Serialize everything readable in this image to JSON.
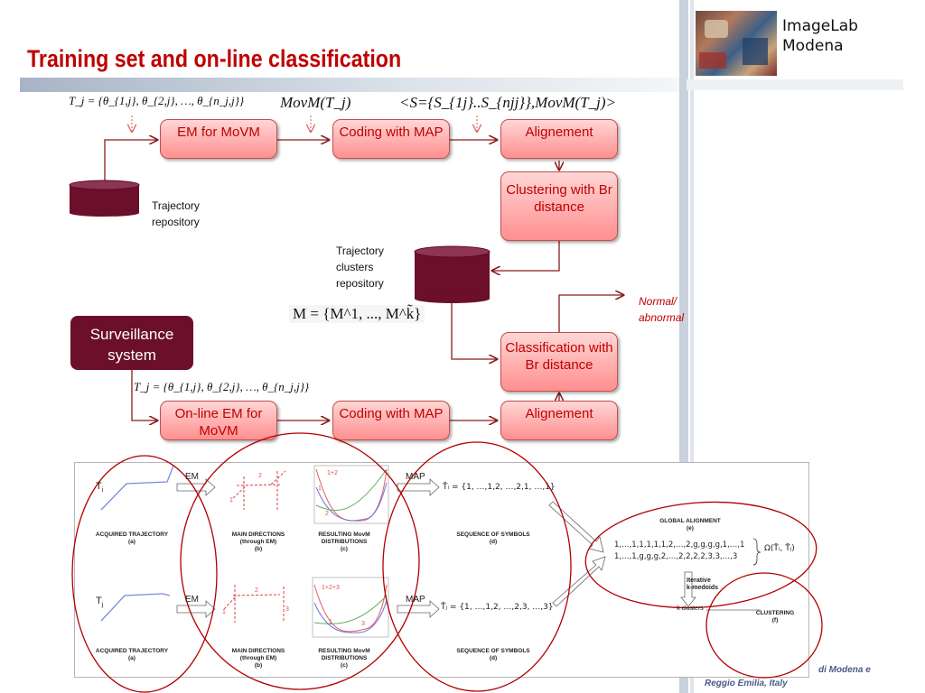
{
  "header": {
    "title": "Training set and on-line classification",
    "org_line1": "ImageLab",
    "org_line2": "Modena"
  },
  "formulas": {
    "tj_top": "T_j = {θ_{1,j}, θ_{2,j}, …, θ_{n_j,j}}",
    "movm": "MovM(T_j)",
    "sequence_pair": "<S={S_{1j}..S_{njj}},MovM(T_j)>",
    "model_set": "M = {M^1, ..., M^k̃}",
    "tj_bottom": "T_j = {θ_{1,j}, θ_{2,j}, …, θ_{n_j,j}}"
  },
  "boxes": {
    "em_movm": "EM for MoVM",
    "coding_map_1": "Coding with MAP",
    "alignment_1": "Alignement",
    "clustering": "Clustering with Br distance",
    "classification": "Classification with Br distance",
    "online_em": "On-line EM for MoVM",
    "coding_map_2": "Coding with MAP",
    "alignment_2": "Alignement",
    "surveillance": "Surveillance system"
  },
  "labels": {
    "traj_repo_1": "Trajectory",
    "traj_repo_2": "repository",
    "clusters_repo_1": "Trajectory",
    "clusters_repo_2": "clusters",
    "clusters_repo_3": "repository",
    "normal_1": "Normal/",
    "normal_2": "abnormal"
  },
  "figure": {
    "em_top": "EM",
    "em_bottom": "EM",
    "map_top": "MAP",
    "map_bottom": "MAP",
    "ti": "T",
    "ti_sub": "i",
    "tj": "T",
    "tj_sub": "j",
    "seq_top": "T̄ᵢ = {1, …,1,2, …,2,1, …,1}",
    "seq_bottom": "T̄ⱼ = {1, …,1,2, …,2,3, …,3}",
    "align_row1": "1,…,1,1,1,1,1,2,…,2,g,g,g,g,1,…,1",
    "align_row2": "1,…,1,g,g,g,2,…,2,2,2,2,3,3,…,3",
    "omega": "Ω(T̄ᵢ, T̄ⱼ)",
    "iterative_1": "Iterative",
    "iterative_2": "k-medoids",
    "k_clusters": "k clusters",
    "cap_acq_top_1": "ACQUIRED TRAJECTORY",
    "cap_acq_top_2": "(a)",
    "cap_main_top_1": "MAIN DIRECTIONS",
    "cap_main_top_2": "(through EM)",
    "cap_main_top_3": "(b)",
    "cap_res_top_1": "RESULTING MovM",
    "cap_res_top_2": "DISTRIBUTIONS",
    "cap_res_top_3": "(c)",
    "cap_seq_top_1": "SEQUENCE OF SYMBOLS",
    "cap_seq_top_2": "(d)",
    "cap_acq_bot_1": "ACQUIRED TRAJECTORY",
    "cap_acq_bot_2": "(a)",
    "cap_main_bot_1": "MAIN DIRECTIONS",
    "cap_main_bot_2": "(through EM)",
    "cap_main_bot_3": "(b)",
    "cap_res_bot_1": "RESULTING MovM",
    "cap_res_bot_2": "DISTRIBUTIONS",
    "cap_res_bot_3": "(c)",
    "cap_seq_bot_1": "SEQUENCE OF SYMBOLS",
    "cap_seq_bot_2": "(d)",
    "global_1": "GLOBAL ALIGNMENT",
    "global_2": "(e)",
    "clustering_1": "CLUSTERING",
    "clustering_2": "(f)",
    "num_1": "1",
    "num_2": "2",
    "num_1b": "1",
    "num_2b": "2",
    "num_3b": "3",
    "dist_top_a": "1+2",
    "dist_top_b": "1",
    "dist_top_c": "2",
    "dist_bot_a": "1+2+3",
    "dist_bot_b": "1",
    "dist_bot_c": "3"
  },
  "footer": {
    "line1": "di Modena e",
    "line2": "Reggio Emilia, Italy"
  },
  "colors": {
    "accent_red": "#c00000",
    "box_border": "#c0504d",
    "dark_maroon": "#6b0f2a",
    "arrow": "#8b1a1a",
    "ellipse": "#b00000"
  }
}
